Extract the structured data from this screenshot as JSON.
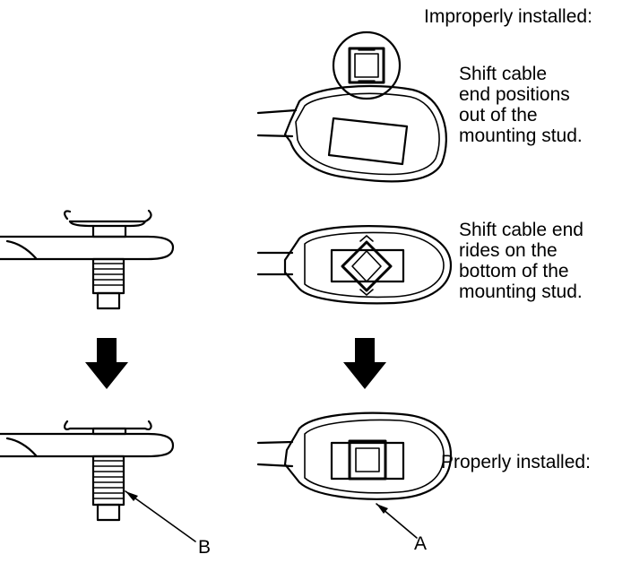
{
  "labels": {
    "improper_heading": "Improperly installed:",
    "improper_case1": [
      "Shift cable",
      "end positions",
      "out of the",
      "mounting stud."
    ],
    "improper_case2": [
      "Shift cable end",
      "rides on the",
      "bottom of the",
      "mounting stud."
    ],
    "proper_heading": "Properly installed:",
    "callout_a": "A",
    "callout_b": "B"
  },
  "colors": {
    "ink": "#000000",
    "background": "#ffffff"
  },
  "icons": [
    "down-arrow-icon",
    "down-arrow-icon"
  ]
}
